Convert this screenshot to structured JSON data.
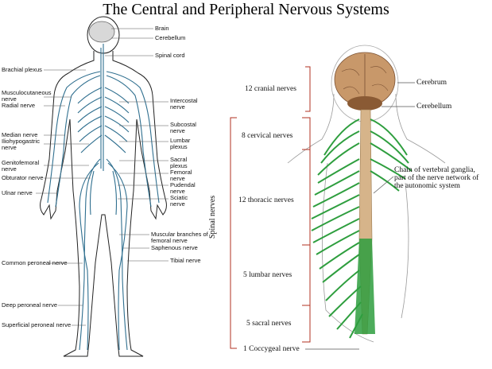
{
  "title": "The Central and Peripheral Nervous Systems",
  "left_figure": {
    "labels": {
      "brain": "Brain",
      "cerebellum": "Cerebellum",
      "spinal_cord": "Spinal cord",
      "brachial_plexus": "Brachial plexus",
      "musculocutaneous": "Musculocutaneous nerve",
      "radial": "Radial nerve",
      "intercostal": "Intercostal nerve",
      "median": "Median nerve",
      "iliohypogastric": "Iliohypogastric nerve",
      "subcostal": "Subcostal nerve",
      "lumbar_plexus": "Lumbar plexus",
      "genitofemoral": "Genitofemoral nerve",
      "obturator": "Obturator nerve",
      "sacral_plexus": "Sacral plexus",
      "femoral": "Femoral nerve",
      "pudendal": "Pudendal nerve",
      "ulnar": "Ulnar nerve",
      "sciatic": "Sciatic nerve",
      "muscular_branches": "Muscular branches of femoral nerve",
      "saphenous": "Saphenous nerve",
      "tibial": "Tibial nerve",
      "common_peroneal": "Common peroneal nerve",
      "deep_peroneal": "Deep peroneal nerve",
      "superficial_peroneal": "Superficial peroneal nerve"
    }
  },
  "right_figure": {
    "labels": {
      "cranial": "12 cranial nerves",
      "cervical": "8 cervical nerves",
      "thoracic": "12 thoracic nerves",
      "lumbar": "5 lumbar nerves",
      "sacral": "5 sacral nerves",
      "coccygeal": "1 Coccygeal nerve",
      "cerebrum": "Cerebrum",
      "cerebellum": "Cerebellum",
      "chain": "Chain of vertebral ganglia, part of the nerve network of the autonomic system",
      "spinal_nerves": "Spinal nerves"
    }
  },
  "colors": {
    "nerve_blue": "#2f6f8f",
    "nerve_green": "#2e9e3e",
    "brain_tan": "#c8986a",
    "bracket_red": "#b03020"
  }
}
